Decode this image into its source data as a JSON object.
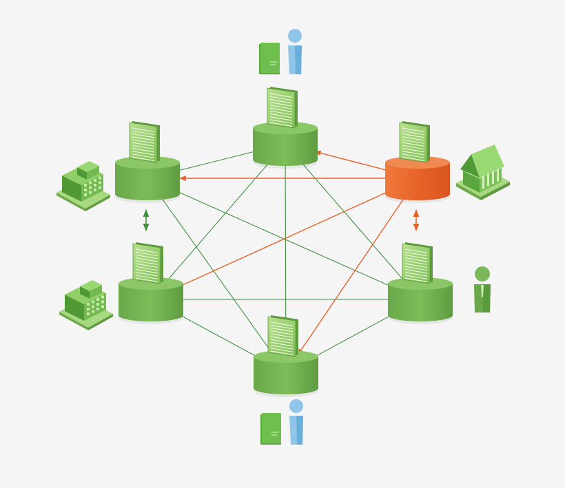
{
  "colors": {
    "background": "#f5f5f5",
    "node_green": "#6fb04e",
    "node_green_top": "#8bc766",
    "node_orange": "#e8632a",
    "node_orange_top": "#f08a52",
    "link_green": "#3f8f3f",
    "link_orange": "#e8632a",
    "doc_green": "#9fd47a",
    "person_blue": "#8ec5e8",
    "person_green": "#7ab85a"
  },
  "nodes": [
    {
      "id": "top",
      "role": "peer-node",
      "state": "normal"
    },
    {
      "id": "left-upper",
      "role": "peer-node",
      "state": "normal"
    },
    {
      "id": "right-upper",
      "role": "peer-node",
      "state": "highlighted"
    },
    {
      "id": "left-lower",
      "role": "peer-node",
      "state": "normal"
    },
    {
      "id": "right-lower",
      "role": "peer-node",
      "state": "normal"
    },
    {
      "id": "bottom",
      "role": "peer-node",
      "state": "normal"
    }
  ],
  "links": [
    {
      "from": "top",
      "to": "left-upper",
      "kind": "mesh"
    },
    {
      "from": "top",
      "to": "left-lower",
      "kind": "mesh"
    },
    {
      "from": "top",
      "to": "bottom",
      "kind": "mesh"
    },
    {
      "from": "top",
      "to": "right-lower",
      "kind": "mesh"
    },
    {
      "from": "left-upper",
      "to": "bottom",
      "kind": "mesh"
    },
    {
      "from": "left-upper",
      "to": "right-lower",
      "kind": "mesh"
    },
    {
      "from": "left-lower",
      "to": "right-lower",
      "kind": "mesh"
    },
    {
      "from": "left-lower",
      "to": "bottom",
      "kind": "mesh"
    },
    {
      "from": "right-lower",
      "to": "bottom",
      "kind": "mesh"
    },
    {
      "from": "right-upper",
      "to": "top",
      "kind": "broadcast"
    },
    {
      "from": "right-upper",
      "to": "left-upper",
      "kind": "broadcast"
    },
    {
      "from": "right-upper",
      "to": "left-lower",
      "kind": "broadcast"
    },
    {
      "from": "right-upper",
      "to": "bottom",
      "kind": "broadcast"
    }
  ],
  "participants": [
    {
      "node": "top",
      "icon": "person-with-document-icon"
    },
    {
      "node": "left-upper",
      "icon": "office-building-icon"
    },
    {
      "node": "right-upper",
      "icon": "bank-building-icon"
    },
    {
      "node": "left-lower",
      "icon": "office-building-icon"
    },
    {
      "node": "right-lower",
      "icon": "business-person-icon"
    },
    {
      "node": "bottom",
      "icon": "person-with-document-icon"
    }
  ]
}
